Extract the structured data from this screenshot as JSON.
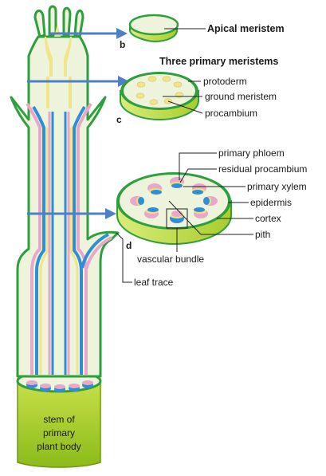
{
  "colors": {
    "background": "#ffffff",
    "epidermis": "#2e9e3e",
    "ground_tissue": "#eef4dc",
    "procambium": "#f2e48a",
    "phloem": "#e9a7c9",
    "xylem": "#2f8fd6",
    "cambium_residual": "#efe07a",
    "secondary_body": "#a6cc2a",
    "arrow": "#4f7fc4",
    "line": "#222222"
  },
  "panels": {
    "b": {
      "letter": "b",
      "title": "Apical meristem"
    },
    "c": {
      "letter": "c",
      "title": "Three primary meristems",
      "labels": [
        "protoderm",
        "ground meristem",
        "procambium"
      ]
    },
    "d": {
      "letter": "d",
      "labels": [
        "primary phloem",
        "residual procambium",
        "primary xylem",
        "epidermis",
        "cortex",
        "pith",
        "vascular bundle",
        "leaf trace"
      ]
    }
  },
  "stem_base": {
    "line1": "stem of",
    "line2": "primary",
    "line3": "plant body"
  }
}
